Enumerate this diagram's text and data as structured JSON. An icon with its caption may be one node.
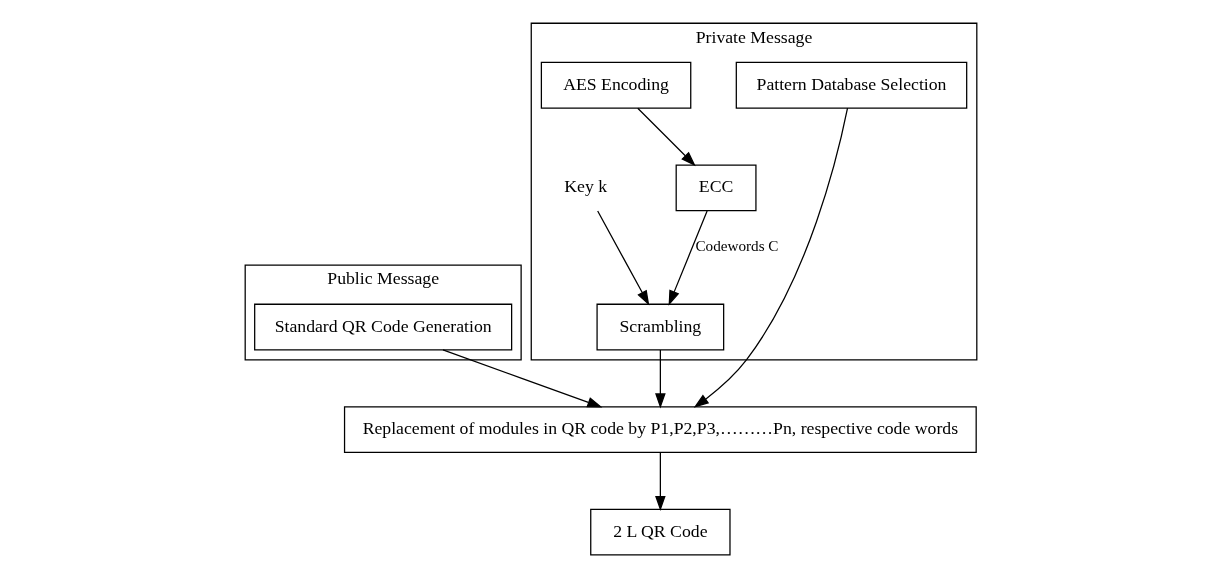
{
  "diagram": {
    "nodes": [
      {
        "text": [
          "Public Message"
        ]
      },
      {
        "text": [
          "Standard QR Code Generation"
        ],
        "in": 0
      },
      {
        "text": [
          "Private Message"
        ]
      },
      {
        "text": [
          "Pattern Database Selection"
        ],
        "in": 2
      },
      {
        "text": [
          "AES Encoding"
        ],
        "in": 2
      },
      {
        "text": [
          "ECC"
        ],
        "in": 2
      },
      {
        "text": [
          "Scrambling"
        ],
        "in": 2
      },
      {
        "text": [
          "Key k"
        ],
        "in": 2
      },
      {
        "text": [
          "Replacement of modules in QR code by P1,P2,P3,………Pn, respective code words"
        ]
      },
      {
        "text": [
          "2 L QR Code"
        ]
      }
    ],
    "edges": [
      {
        "from": 4,
        "to": 5,
        "arrow": "to"
      },
      {
        "from": 5,
        "to": 6,
        "arrow": "to",
        "label": "Codewords C"
      },
      {
        "from": 7,
        "to": 6,
        "arrow": "to"
      },
      {
        "from": 1,
        "to": 8,
        "arrow": "to"
      },
      {
        "from": 3,
        "to": 8,
        "arrow": "to"
      },
      {
        "from": 6,
        "to": 8,
        "arrow": "to"
      },
      {
        "from": 8,
        "to": 9,
        "arrow": "to"
      }
    ]
  }
}
